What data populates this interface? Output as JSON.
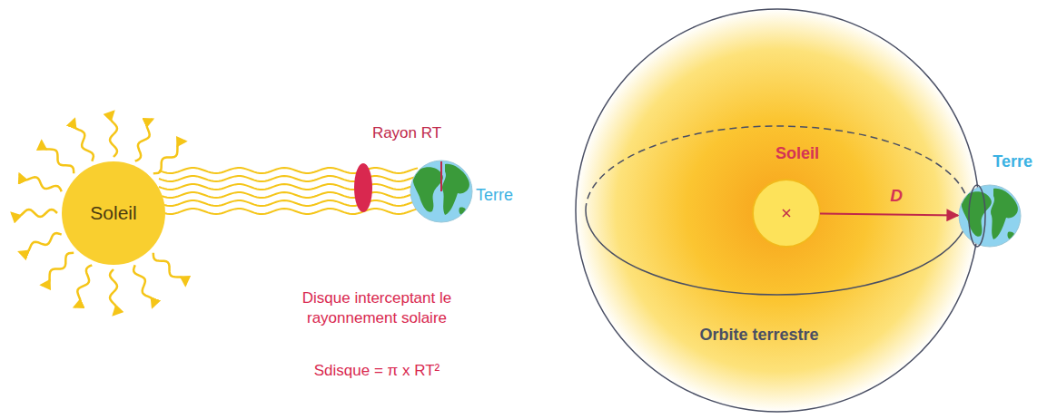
{
  "diagram": {
    "nodes": [
      {
        "text": [
          "Soleil"
        ]
      },
      {
        "text": [
          "Terre"
        ]
      },
      {
        "text": [
          "Soleil"
        ]
      },
      {
        "text": [
          "Terre"
        ]
      }
    ],
    "edges": [
      {
        "from": 2,
        "to": 3,
        "arrow": "to",
        "label": "D"
      }
    ],
    "labels": [
      "Rayon RT",
      "Disque interceptant le rayonnement solaire",
      "Sdisque = π x RT²",
      "Orbite terrestre"
    ]
  }
}
